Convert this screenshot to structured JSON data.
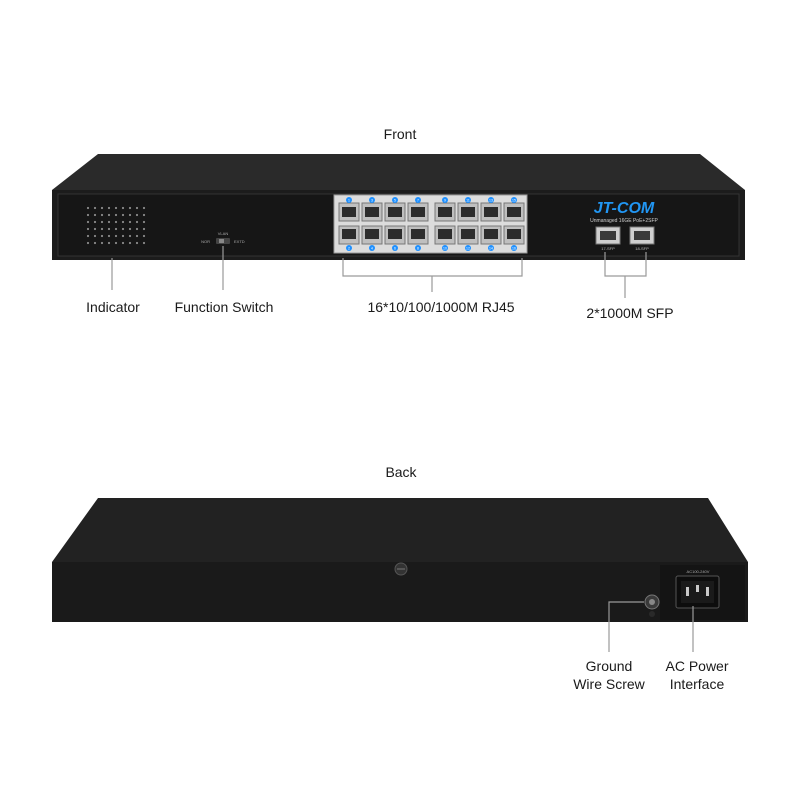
{
  "front": {
    "section_title": "Front",
    "brand_logo": "JT-COM",
    "model_text": "Unmanaged 16GE PoE+2SFP",
    "sfp_port_labels": [
      "17-SFP",
      "18-SFP"
    ],
    "switch_labels": {
      "top": "VLAN",
      "left": "NOR",
      "right": "EXTD"
    },
    "rj45_port_numbers_top": [
      "1",
      "3",
      "5",
      "7",
      "9",
      "11",
      "13",
      "15"
    ],
    "rj45_port_numbers_bottom": [
      "2",
      "4",
      "6",
      "8",
      "10",
      "12",
      "14",
      "16"
    ],
    "callouts": {
      "indicator": "Indicator",
      "function_switch": "Function Switch",
      "rj45": "16*10/100/1000M RJ45",
      "sfp": "2*1000M SFP"
    }
  },
  "back": {
    "section_title": "Back",
    "power_rating_text": "AC100-240V",
    "callouts": {
      "ground_line1": "Ground",
      "ground_line2": "Wire Screw",
      "ac_line1": "AC Power",
      "ac_line2": "Interface"
    }
  },
  "colors": {
    "chassis": "#1b1b1b",
    "chassis_top": "#2b2b2b",
    "port_number_blue": "#1e90ff",
    "logo_blue": "#2196f3",
    "callout_line": "#9a9a9a"
  }
}
